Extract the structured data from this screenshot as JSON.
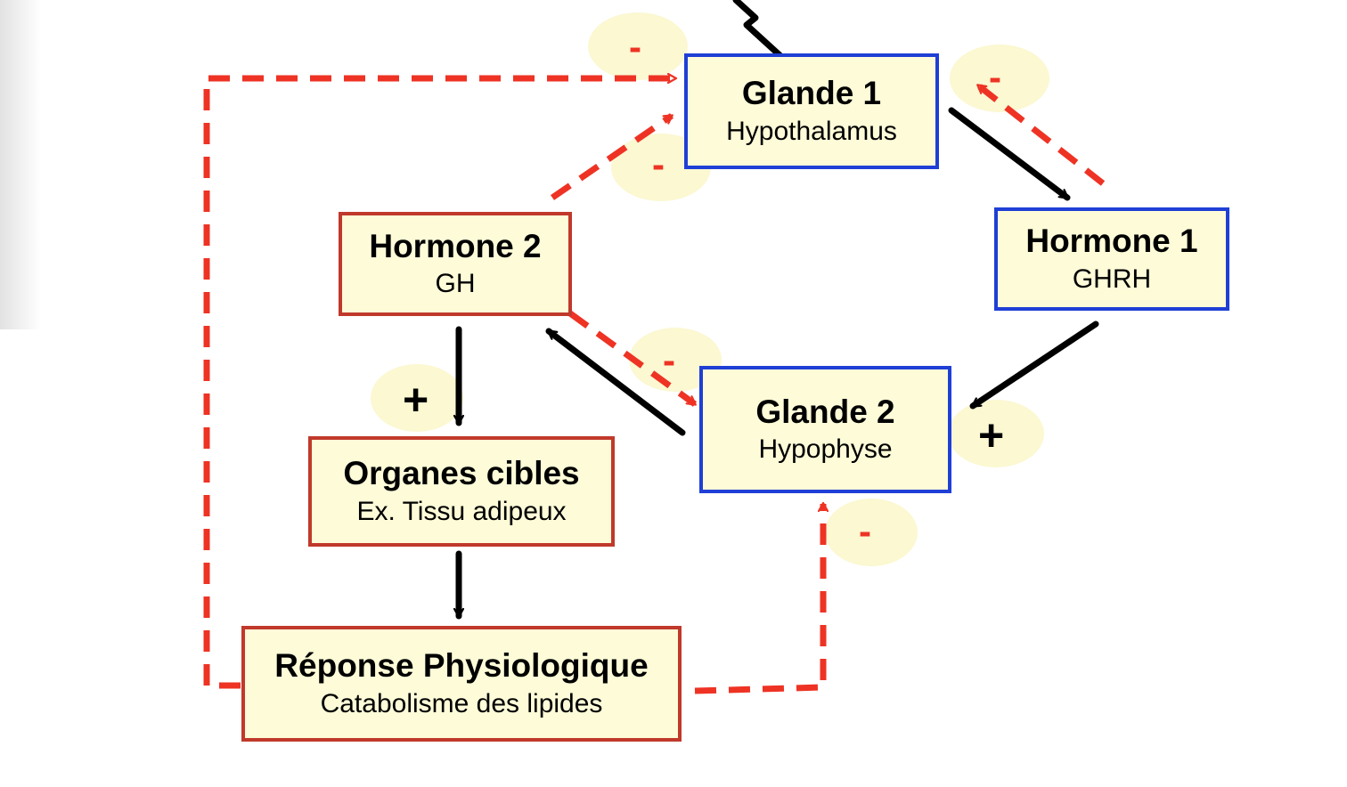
{
  "nodes": {
    "glande1": {
      "title": "Glande 1",
      "subtitle": "Hypothalamus"
    },
    "hormone1": {
      "title": "Hormone 1",
      "subtitle": "GHRH"
    },
    "glande2": {
      "title": "Glande 2",
      "subtitle": "Hypophyse"
    },
    "hormone2": {
      "title": "Hormone 2",
      "subtitle": "GH"
    },
    "organes": {
      "title": "Organes cibles",
      "subtitle": "Ex. Tissu adipeux"
    },
    "reponse": {
      "title": "Réponse Physiologique",
      "subtitle": "Catabolisme des lipides"
    }
  },
  "signs": {
    "minus": "-",
    "plus": "+"
  },
  "colors": {
    "box_fill": "#fdfbd8",
    "hormone_gland_border": "#1f3fd6",
    "effect_border": "#c0392b",
    "stimulation_arrow": "#000000",
    "feedback_arrow": "#ee3324",
    "sign_halo": "#fbf8d2"
  }
}
